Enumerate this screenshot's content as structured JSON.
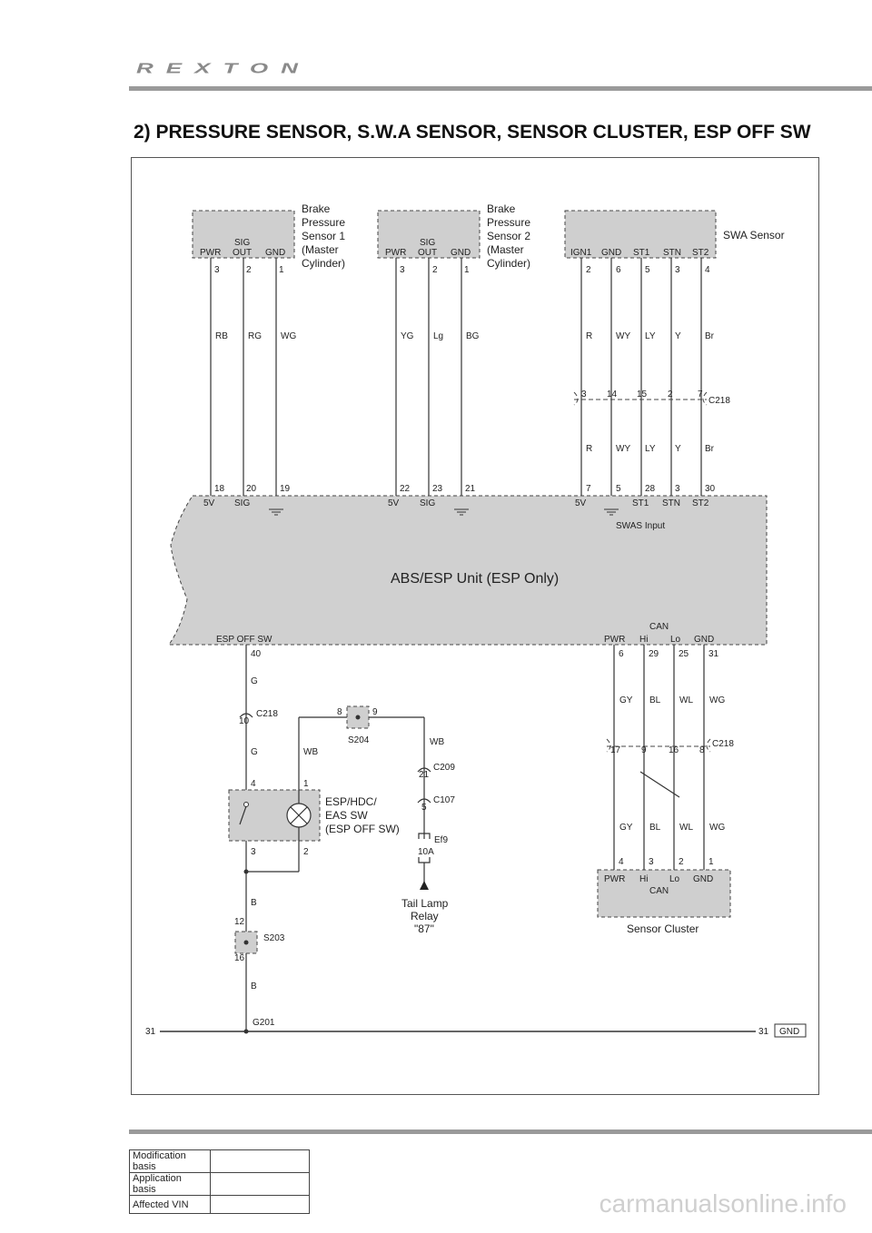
{
  "header": {
    "brand": "REXTON",
    "title": "2) PRESSURE SENSOR, S.W.A SENSOR, SENSOR CLUSTER, ESP OFF SW"
  },
  "bps1": {
    "name_lines": [
      "Brake",
      "Pressure",
      "Sensor 1",
      "(Master",
      "Cylinder)"
    ],
    "pins": [
      "PWR",
      "SIG",
      "OUT",
      "GND"
    ],
    "pin_nums": [
      "3",
      "2",
      "1"
    ],
    "wires": [
      "RB",
      "RG",
      "WG"
    ],
    "unit_pins": [
      "18",
      "20",
      "19"
    ]
  },
  "bps2": {
    "name_lines": [
      "Brake",
      "Pressure",
      "Sensor 2",
      "(Master",
      "Cylinder)"
    ],
    "pins": [
      "PWR",
      "SIG",
      "OUT",
      "GND"
    ],
    "pin_nums": [
      "3",
      "2",
      "1"
    ],
    "wires": [
      "YG",
      "Lg",
      "BG"
    ],
    "unit_pins": [
      "22",
      "23",
      "21"
    ]
  },
  "swa": {
    "name": "SWA Sensor",
    "pins": [
      "IGN1",
      "GND",
      "ST1",
      "STN",
      "ST2"
    ],
    "pin_nums": [
      "2",
      "6",
      "5",
      "3",
      "4"
    ],
    "wires_top": [
      "R",
      "WY",
      "LY",
      "Y",
      "Br"
    ],
    "conn_pins": [
      "3",
      "14",
      "15",
      "2",
      "7"
    ],
    "conn": "C218",
    "wires_bot": [
      "R",
      "WY",
      "LY",
      "Y",
      "Br"
    ],
    "unit_pins": [
      "7",
      "5",
      "28",
      "3",
      "30"
    ]
  },
  "unit": {
    "name": "ABS/ESP Unit (ESP Only)",
    "top_labels": {
      "s1_5v": "5V",
      "s1_sig": "SIG",
      "s2_5v": "5V",
      "s2_sig": "SIG",
      "sw_5v": "5V",
      "st1": "ST1",
      "stn": "STN",
      "st2": "ST2"
    },
    "swas_input": "SWAS Input",
    "esp_off_sw": "ESP OFF SW",
    "can": "CAN",
    "bottom_labels": [
      "PWR",
      "Hi",
      "Lo",
      "GND"
    ]
  },
  "esp_branch": {
    "unit_pin": "40",
    "wire1": "G",
    "conn_pin": "10",
    "conn": "C218",
    "wire2": "G",
    "sw_pins": [
      "4",
      "1",
      "3",
      "2"
    ],
    "sw_name": [
      "ESP/HDC/",
      "EAS SW",
      "(ESP OFF SW)"
    ],
    "wire_wb1": "WB",
    "splice": "S204",
    "splice_pins": [
      "8",
      "9"
    ],
    "wire_wb2": "WB",
    "c209_pin": "21",
    "c209": "C209",
    "c107_pin": "5",
    "c107": "C107",
    "fuse": "Ef9",
    "fuse_rating": "10A",
    "relay": [
      "Tail Lamp",
      "Relay",
      "\"87\""
    ],
    "wire_b1": "B",
    "s203_pins": [
      "12",
      "16"
    ],
    "s203": "S203",
    "wire_b2": "B",
    "ground": "G201"
  },
  "cluster": {
    "unit_pins": [
      "6",
      "29",
      "25",
      "31"
    ],
    "wires_top": [
      "GY",
      "BL",
      "WL",
      "WG"
    ],
    "conn_pins": [
      "17",
      "9",
      "16",
      "8"
    ],
    "conn": "C218",
    "wires_bot": [
      "GY",
      "BL",
      "WL",
      "WG"
    ],
    "pin_nums": [
      "4",
      "3",
      "2",
      "1"
    ],
    "pin_labels": [
      "PWR",
      "Hi",
      "Lo",
      "GND"
    ],
    "can": "CAN",
    "name": "Sensor Cluster"
  },
  "ground_bus": {
    "left_num": "31",
    "right_num": "31",
    "tag": "GND"
  },
  "footer": {
    "rows": [
      "Modification basis",
      "Application basis",
      "Affected VIN"
    ],
    "watermark": "carmanualsonline.info"
  }
}
